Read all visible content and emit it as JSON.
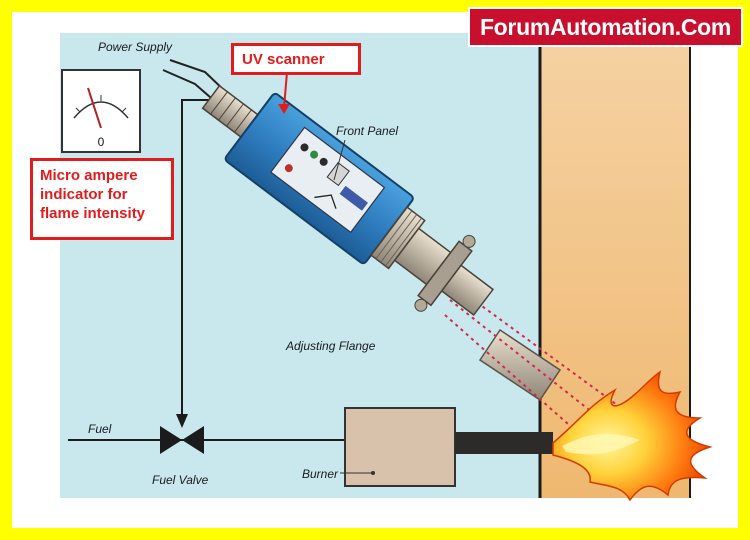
{
  "brand": {
    "text": "ForumAutomation.Com"
  },
  "callouts": {
    "uv_scanner": "UV scanner",
    "micro_ampere": [
      "Micro ampere",
      "indicator for",
      "flame intensity"
    ]
  },
  "labels": {
    "power_supply": "Power Supply",
    "front_panel": "Front Panel",
    "adjusting_flange": "Adjusting Flange",
    "fuel": "Fuel",
    "fuel_valve": "Fuel Valve",
    "burner": "Burner"
  },
  "meter": {
    "zero_mark": "0"
  },
  "colors": {
    "frame": "#ffff00",
    "background": "#c9e8ee",
    "wall": "#f2c98e",
    "scanner_body": "#2f7fc1",
    "callout_border": "#e21c1c",
    "brand_bg": "#c8102e",
    "burner": "#d8c2ab",
    "flame_outer": "#ff6a00",
    "flame_inner": "#ffe14d"
  }
}
